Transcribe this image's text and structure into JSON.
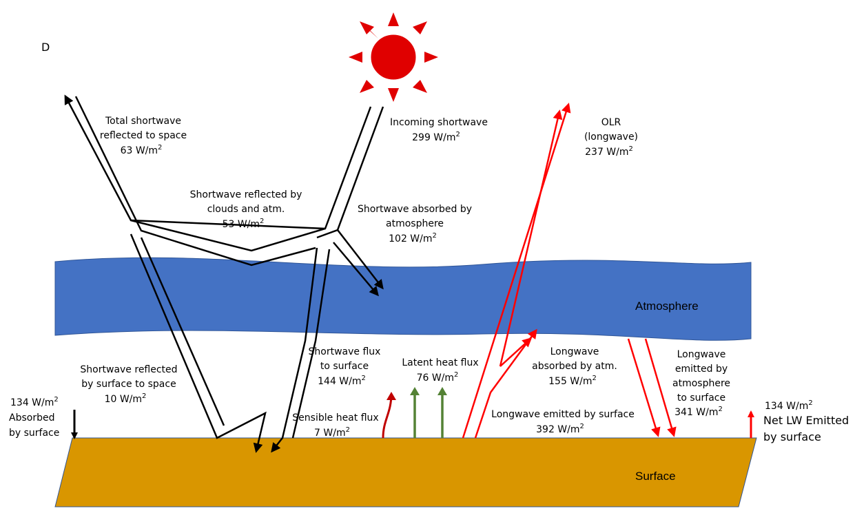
{
  "panel_label": "D",
  "layers": {
    "atmosphere": "Atmosphere",
    "surface": "Surface"
  },
  "unit_sup": "2",
  "fluxes": {
    "total_sw_reflected": {
      "lines": [
        "Total shortwave",
        "reflected to space"
      ],
      "value": "63 W/m"
    },
    "incoming_sw": {
      "lines": [
        "Incoming shortwave"
      ],
      "value": "299 W/m"
    },
    "olr": {
      "lines": [
        "OLR",
        "(longwave)"
      ],
      "value": "237 W/m"
    },
    "sw_reflected_clouds": {
      "lines": [
        "Shortwave reflected by",
        "clouds and atm."
      ],
      "value": "53 W/m"
    },
    "sw_absorbed_atm": {
      "lines": [
        "Shortwave absorbed by",
        "atmosphere"
      ],
      "value": "102 W/m"
    },
    "sw_reflected_surface": {
      "lines": [
        "Shortwave reflected",
        "by surface to space"
      ],
      "value": "10 W/m"
    },
    "sw_flux_surface": {
      "lines": [
        "Shortwave flux",
        "to surface"
      ],
      "value": "144 W/m"
    },
    "latent_heat": {
      "lines": [
        "Latent heat flux"
      ],
      "value": "76 W/m"
    },
    "lw_absorbed_atm": {
      "lines": [
        "Longwave",
        "absorbed by atm."
      ],
      "value": "155 W/m"
    },
    "lw_emitted_atm": {
      "lines": [
        "Longwave",
        "emitted by",
        "atmosphere",
        "to surface"
      ],
      "value": "341 W/m"
    },
    "sensible_heat": {
      "lines": [
        "Sensible heat flux"
      ],
      "value": "7 W/m"
    },
    "lw_emitted_surface": {
      "lines": [
        "Longwave emitted by surface"
      ],
      "value": "392 W/m"
    },
    "absorbed_surface": {
      "value": "134 W/m",
      "lines": [
        "Absorbed",
        "by surface"
      ]
    },
    "net_lw": {
      "value": "134 W/m",
      "lines": [
        "Net LW Emitted",
        "by surface"
      ]
    }
  },
  "colors": {
    "atmosphere": "#4472c4",
    "surface": "#d99600",
    "sun": "#e00000",
    "longwave": "#ff0000",
    "sensible": "#c00000",
    "latent": "#548235",
    "shortwave": "#000000"
  }
}
